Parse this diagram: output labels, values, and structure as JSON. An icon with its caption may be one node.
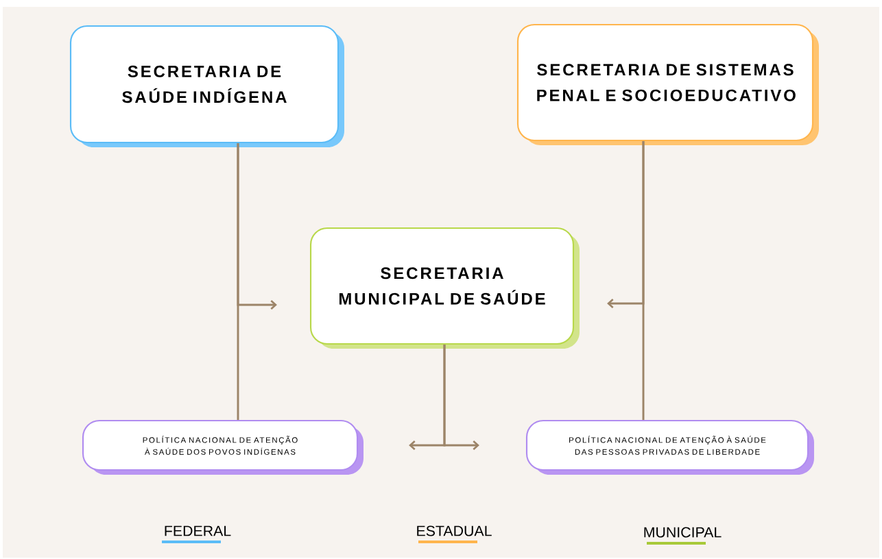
{
  "diagram": {
    "nodes": [
      {
        "text": [
          "SECRETARIA DE SAÚDE INDÍGENA"
        ]
      },
      {
        "text": [
          "SECRETARIA DE SISTEMAS PENAL E SOCIOEDUCATIVO"
        ]
      },
      {
        "text": [
          "SECRETARIA MUNICIPAL DE SAÚDE"
        ]
      },
      {
        "text": [
          "POLÍTICA NACIONAL DE ATENÇÃO À SAÚDE DOS POVOS INDÍGENAS"
        ]
      },
      {
        "text": [
          "POLÍTICA NACIONAL DE ATENÇÃO À SAÚDE DAS PESSOAS PRIVADAS DE LIBERDADE"
        ]
      }
    ],
    "edges": [
      {
        "from": 0,
        "to": 3,
        "arrow": "none"
      },
      {
        "from": 0,
        "to": 2,
        "arrow": "to"
      },
      {
        "from": 1,
        "to": 4,
        "arrow": "none"
      },
      {
        "from": 1,
        "to": 2,
        "arrow": "to"
      },
      {
        "from": 2,
        "to": 3,
        "arrow": "to"
      },
      {
        "from": 2,
        "to": 4,
        "arrow": "to"
      }
    ],
    "legend": [
      {
        "text": "FEDERAL",
        "color": "#5bbcf7"
      },
      {
        "text": "ESTADUAL",
        "color": "#ffb54d"
      },
      {
        "text": "MUNICIPAL",
        "color": "#a8c93a"
      }
    ]
  }
}
